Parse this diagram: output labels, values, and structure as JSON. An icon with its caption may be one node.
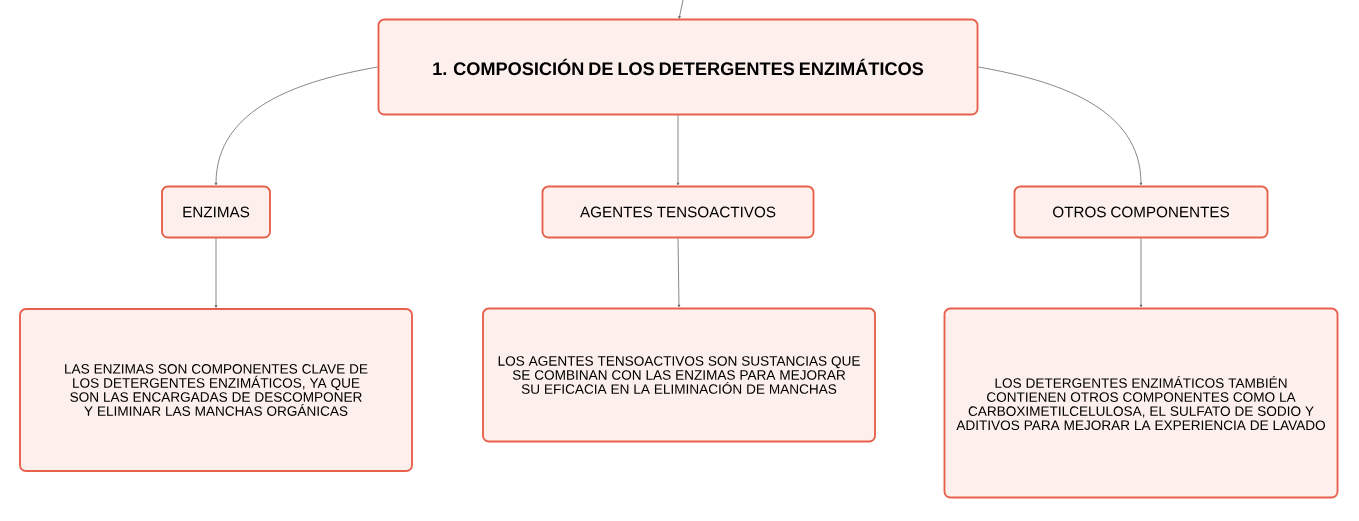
{
  "diagram": {
    "nodes": [
      {
        "text": [
          "1. COMPOSICIÓN DE LOS DETERGENTES ENZIMÁTICOS"
        ]
      },
      {
        "text": [
          "ENZIMAS"
        ]
      },
      {
        "text": [
          "AGENTES TENSOACTIVOS"
        ]
      },
      {
        "text": [
          "OTROS COMPONENTES"
        ]
      },
      {
        "text": [
          "LAS ENZIMAS SON COMPONENTES CLAVE DE LOS DETERGENTES ENZIMÁTICOS, YA QUE SON LAS ENCARGADAS DE DESCOMPONER Y ELIMINAR LAS MANCHAS ORGÁNICAS"
        ]
      },
      {
        "text": [
          "LOS AGENTES TENSOACTIVOS SON SUSTANCIAS QUE SE COMBINAN CON LAS ENZIMAS PARA MEJORAR SU EFICACIA EN LA ELIMINACIÓN DE MANCHAS"
        ]
      },
      {
        "text": [
          "LOS DETERGENTES ENZIMÁTICOS TAMBIÉN CONTIENEN OTROS COMPONENTES COMO LA CARBOXIMETILCELULOSA, EL SULFATO DE SODIO Y ADITIVOS PARA MEJORAR LA EXPERIENCIA DE LAVADO"
        ]
      }
    ],
    "edges": [
      {
        "from": null,
        "to": 0,
        "arrow": "to"
      },
      {
        "from": 0,
        "to": 1,
        "arrow": "to"
      },
      {
        "from": 0,
        "to": 2,
        "arrow": "to"
      },
      {
        "from": 0,
        "to": 3,
        "arrow": "to"
      },
      {
        "from": 1,
        "to": 4,
        "arrow": "to"
      },
      {
        "from": 2,
        "to": 5,
        "arrow": "to"
      },
      {
        "from": 3,
        "to": 6,
        "arrow": "to"
      }
    ]
  }
}
